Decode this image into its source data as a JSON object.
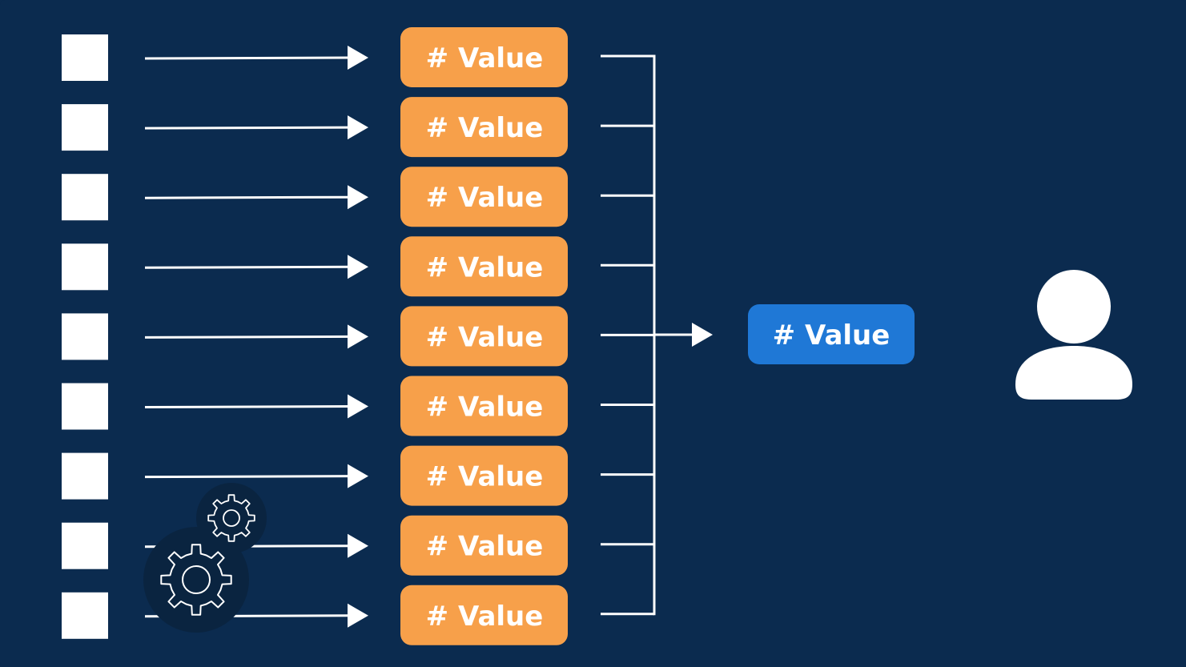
{
  "colors": {
    "background": "#0b2b4f",
    "source_box": "#ffffff",
    "connector": "#ffffff",
    "value_pill": "#f7a04a",
    "result_pill": "#1f78d6",
    "gear_disc": "#0a2440",
    "user_icon": "#ffffff"
  },
  "icons": {
    "gears": "gear-icon",
    "user": "user-icon"
  },
  "rows": [
    {
      "label": "# Value"
    },
    {
      "label": "# Value"
    },
    {
      "label": "# Value"
    },
    {
      "label": "# Value"
    },
    {
      "label": "# Value"
    },
    {
      "label": "# Value"
    },
    {
      "label": "# Value"
    },
    {
      "label": "# Value"
    },
    {
      "label": "# Value"
    }
  ],
  "result": {
    "label": "# Value"
  }
}
